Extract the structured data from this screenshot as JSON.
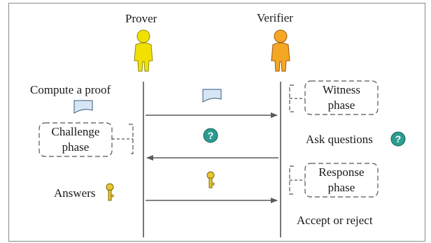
{
  "roles": {
    "prover": "Prover",
    "verifier": "Verifier"
  },
  "left_labels": {
    "compute_proof": "Compute a proof",
    "answers": "Answers"
  },
  "right_labels": {
    "ask_questions": "Ask questions",
    "accept_reject": "Accept or reject"
  },
  "phases": {
    "witness": [
      "Witness",
      "phase"
    ],
    "challenge": [
      "Challenge",
      "phase"
    ],
    "response": [
      "Response",
      "phase"
    ]
  },
  "icons": {
    "prover": "person-icon-yellow",
    "verifier": "person-icon-orange",
    "proof": "document-icon",
    "question": "question-circle-icon",
    "answer": "key-icon"
  },
  "colors": {
    "prover_body": "#f2e100",
    "verifier_body": "#f5a623",
    "document_fill": "#d6e6f5",
    "question_fill": "#2a9d8f",
    "key_fill": "#e8c630"
  }
}
